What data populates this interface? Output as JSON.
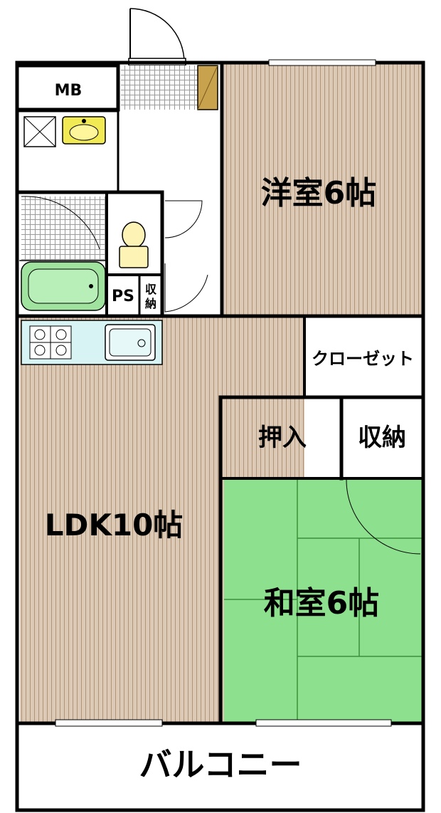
{
  "labels": {
    "mb": "MB",
    "western_room": "洋室6帖",
    "closet": "クローゼット",
    "oshiire": "押入",
    "storage": "収納",
    "ps": "PS",
    "small_storage_1": "収",
    "small_storage_2": "納",
    "ldk": "LDK10帖",
    "japanese_room": "和室6帖",
    "balcony": "バルコニー"
  },
  "colors": {
    "wall": "#000000",
    "wood_floor": "#dcc9b6",
    "wood_line": "#b09478",
    "tatami": "#8de08d",
    "tatami_line": "#3c8f3c",
    "tile": "#bdbdbd",
    "bath": "#9fe39f",
    "toilet": "#fdf3b5",
    "washbasin": "#f2ea55",
    "kitchen": "#d8f3f3",
    "shoe_box": "#c8a24c"
  }
}
